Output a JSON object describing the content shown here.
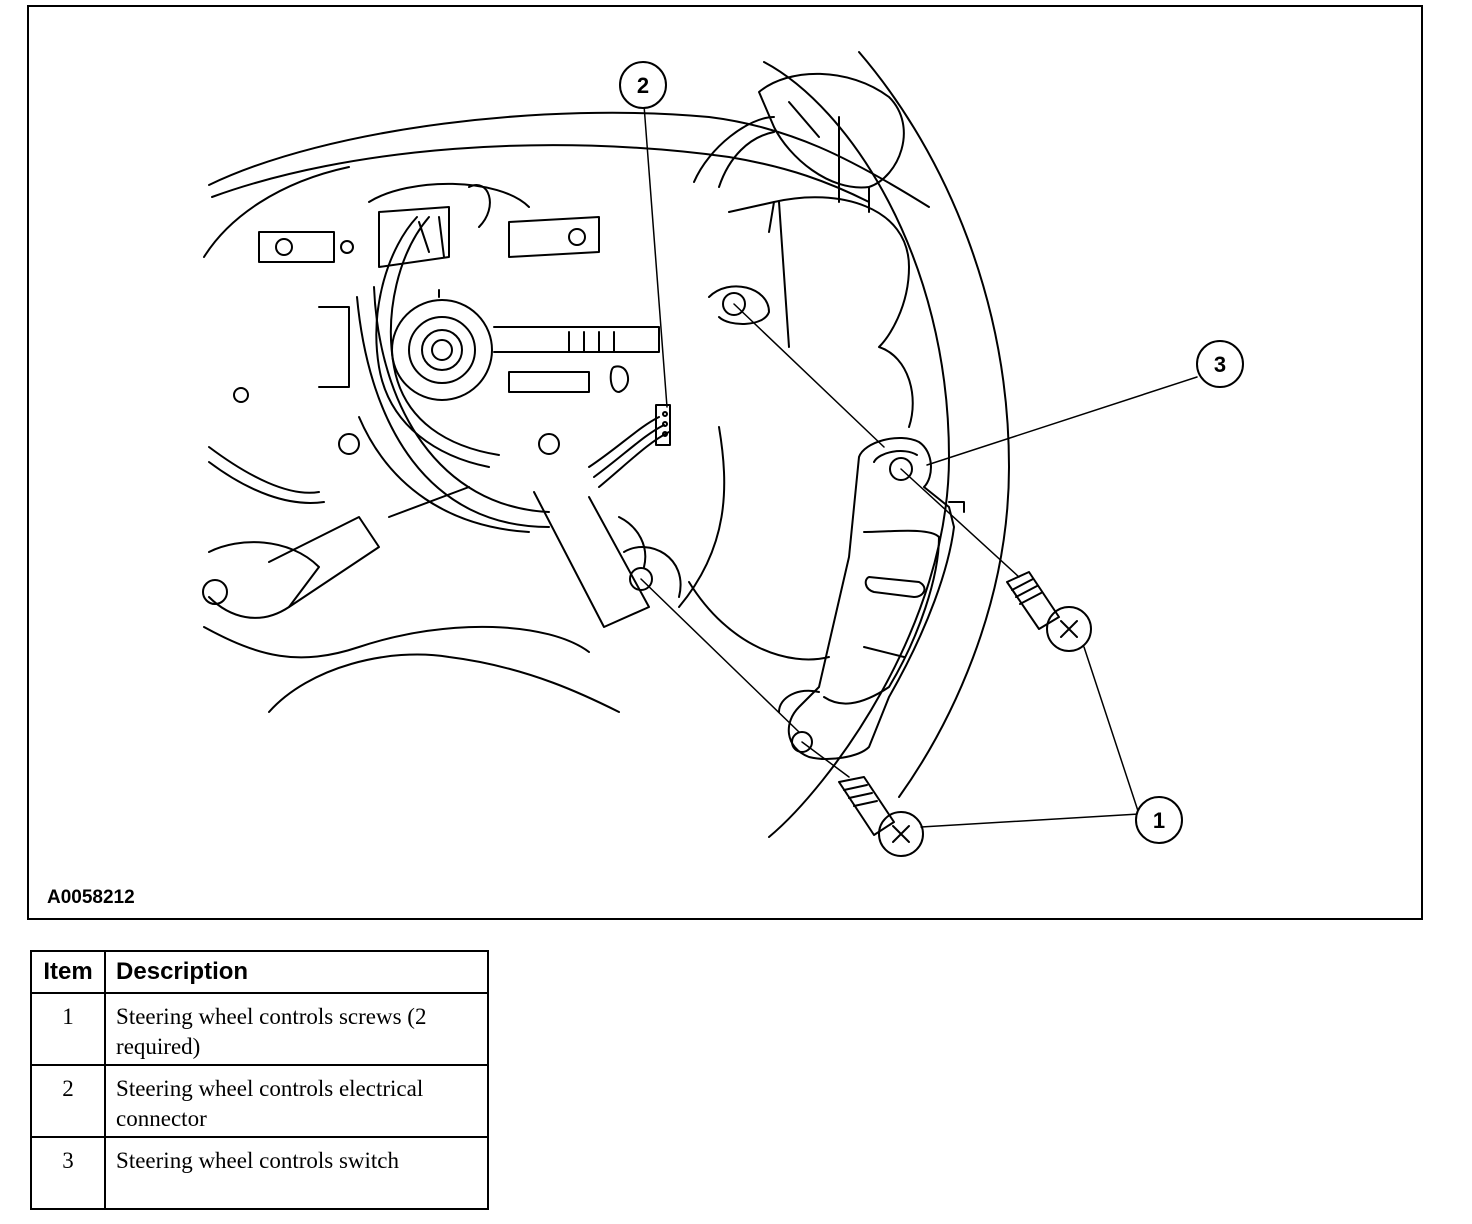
{
  "figure": {
    "id_label": "A0058212",
    "callouts": [
      {
        "label": "2"
      },
      {
        "label": "3"
      },
      {
        "label": "1"
      }
    ]
  },
  "legend": {
    "headers": {
      "item": "Item",
      "description": "Description"
    },
    "rows": [
      {
        "item": "1",
        "description": "Steering wheel controls screws (2 required)"
      },
      {
        "item": "2",
        "description": "Steering wheel controls electrical connector"
      },
      {
        "item": "3",
        "description": "Steering wheel controls switch"
      }
    ]
  }
}
